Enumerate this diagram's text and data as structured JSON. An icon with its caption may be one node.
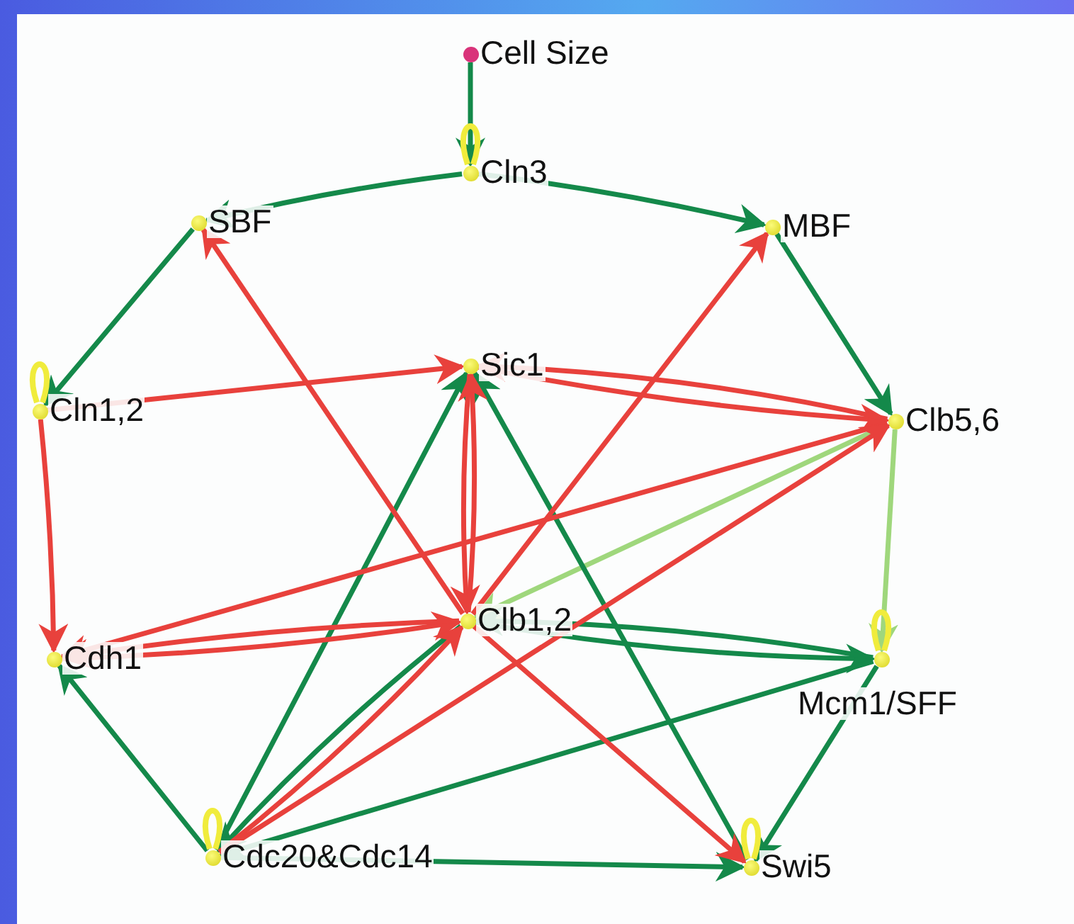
{
  "diagram": {
    "nodes": [
      {
        "text": [
          "Cell Size"
        ]
      },
      {
        "text": [
          "Cln3"
        ]
      },
      {
        "text": [
          "SBF"
        ]
      },
      {
        "text": [
          "MBF"
        ]
      },
      {
        "text": [
          "Cln1,2"
        ]
      },
      {
        "text": [
          "Sic1"
        ]
      },
      {
        "text": [
          "Clb5,6"
        ]
      },
      {
        "text": [
          "Cdh1"
        ]
      },
      {
        "text": [
          "Clb1,2"
        ]
      },
      {
        "text": [
          "Mcm1/SFF"
        ]
      },
      {
        "text": [
          "Cdc20&Cdc14"
        ]
      },
      {
        "text": [
          "Swi5"
        ]
      }
    ],
    "edges": [
      {
        "from": 0,
        "to": 1,
        "arrow": "to"
      },
      {
        "from": 1,
        "to": 2,
        "arrow": "to"
      },
      {
        "from": 1,
        "to": 3,
        "arrow": "to"
      },
      {
        "from": 2,
        "to": 4,
        "arrow": "to"
      },
      {
        "from": 3,
        "to": 6,
        "arrow": "to"
      },
      {
        "from": 6,
        "to": 9,
        "arrow": "to",
        "color": "#9fd77c"
      },
      {
        "from": 6,
        "to": 8,
        "arrow": "to",
        "color": "#9fd77c"
      },
      {
        "from": 8,
        "to": 9,
        "arrow": "to"
      },
      {
        "from": 9,
        "to": 8,
        "arrow": "to"
      },
      {
        "from": 8,
        "to": 10,
        "arrow": "to"
      },
      {
        "from": 9,
        "to": 10,
        "arrow": "to"
      },
      {
        "from": 9,
        "to": 11,
        "arrow": "to"
      },
      {
        "from": 10,
        "to": 11,
        "arrow": "to"
      },
      {
        "from": 10,
        "to": 7,
        "arrow": "to"
      },
      {
        "from": 10,
        "to": 5,
        "arrow": "to"
      },
      {
        "from": 11,
        "to": 5,
        "arrow": "to"
      },
      {
        "from": 4,
        "to": 5,
        "arrow": "to",
        "color": "#e8413c"
      },
      {
        "from": 4,
        "to": 7,
        "arrow": "to",
        "color": "#e8413c"
      },
      {
        "from": 5,
        "to": 6,
        "arrow": "to",
        "color": "#e8413c"
      },
      {
        "from": 6,
        "to": 5,
        "arrow": "to",
        "color": "#e8413c"
      },
      {
        "from": 5,
        "to": 8,
        "arrow": "to",
        "color": "#e8413c"
      },
      {
        "from": 8,
        "to": 5,
        "arrow": "to",
        "color": "#e8413c"
      },
      {
        "from": 6,
        "to": 7,
        "arrow": "to",
        "color": "#e8413c"
      },
      {
        "from": 7,
        "to": 8,
        "arrow": "to",
        "color": "#e8413c"
      },
      {
        "from": 8,
        "to": 7,
        "arrow": "to",
        "color": "#e8413c"
      },
      {
        "from": 8,
        "to": 2,
        "arrow": "to",
        "color": "#e8413c"
      },
      {
        "from": 8,
        "to": 3,
        "arrow": "to",
        "color": "#e8413c"
      },
      {
        "from": 8,
        "to": 11,
        "arrow": "to",
        "color": "#e8413c"
      },
      {
        "from": 10,
        "to": 8,
        "arrow": "to",
        "color": "#e8413c"
      },
      {
        "from": 10,
        "to": 6,
        "arrow": "to",
        "color": "#e8413c"
      },
      {
        "from": 1,
        "to": 1,
        "arrow": "none",
        "color": "#f0ec3c"
      },
      {
        "from": 4,
        "to": 4,
        "arrow": "none",
        "color": "#f0ec3c"
      },
      {
        "from": 9,
        "to": 9,
        "arrow": "none",
        "color": "#f0ec3c"
      },
      {
        "from": 10,
        "to": 10,
        "arrow": "none",
        "color": "#f0ec3c"
      },
      {
        "from": 11,
        "to": 11,
        "arrow": "none",
        "color": "#f0ec3c"
      }
    ]
  }
}
